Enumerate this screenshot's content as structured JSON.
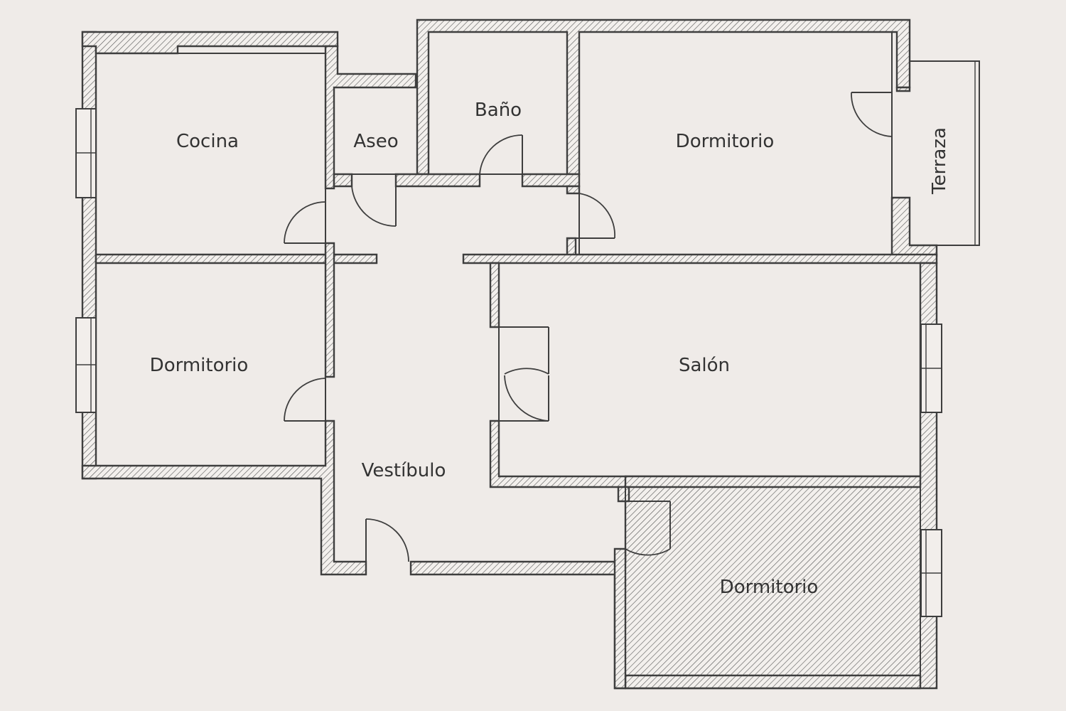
{
  "rooms": {
    "cocina": "Cocina",
    "aseo": "Aseo",
    "bano": "Baño",
    "dormitorio_norte": "Dormitorio",
    "terraza": "Terraza",
    "dormitorio_oeste": "Dormitorio",
    "salon": "Salón",
    "vestibulo": "Vestíbulo",
    "dormitorio_sur": "Dormitorio"
  },
  "colors": {
    "background": "#efebe8",
    "wall_line": "#3e3e3e",
    "label": "#333333"
  }
}
